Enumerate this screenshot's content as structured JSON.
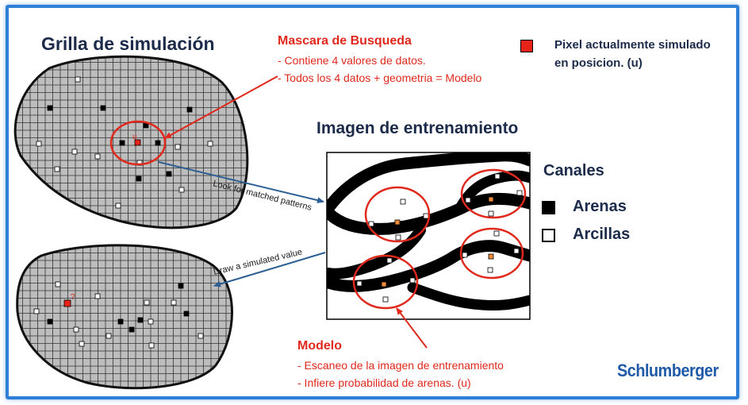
{
  "grid_title": "Grilla de simulación",
  "search_mask": {
    "title": "Mascara de Busqueda",
    "lines": [
      "- Contiene 4 valores de datos.",
      "- Todos los 4 datos + geometria = Modelo"
    ]
  },
  "legend_pixel": {
    "line1": "Pixel actualmente simulado",
    "line2": "en posicion. (u)",
    "color": "#e8231a"
  },
  "training_image_title": "Imagen de entrenamiento",
  "channels_legend": {
    "title": "Canales",
    "items": [
      {
        "label": "Arenas",
        "fill": "#000000"
      },
      {
        "label": "Arcillas",
        "fill": "#ffffff"
      }
    ]
  },
  "arrows": {
    "look": "Look for matched patterns",
    "draw": "Draw a simulated value"
  },
  "model": {
    "title": "Modelo",
    "lines": [
      "- Escaneo de la imagen de entrenamiento",
      "- Infiere probabilidad de arenas. (u)"
    ]
  },
  "grid_markers": {
    "unknown_symbol": "u",
    "query_symbol": "?"
  },
  "logo_text": "Schlumberger",
  "colors": {
    "frame": "#2f7fd6",
    "annotation": "#e0281c",
    "heading": "#1c2b4a",
    "grid_fill": "#bdbdbd",
    "logo": "#1f5aa8"
  }
}
